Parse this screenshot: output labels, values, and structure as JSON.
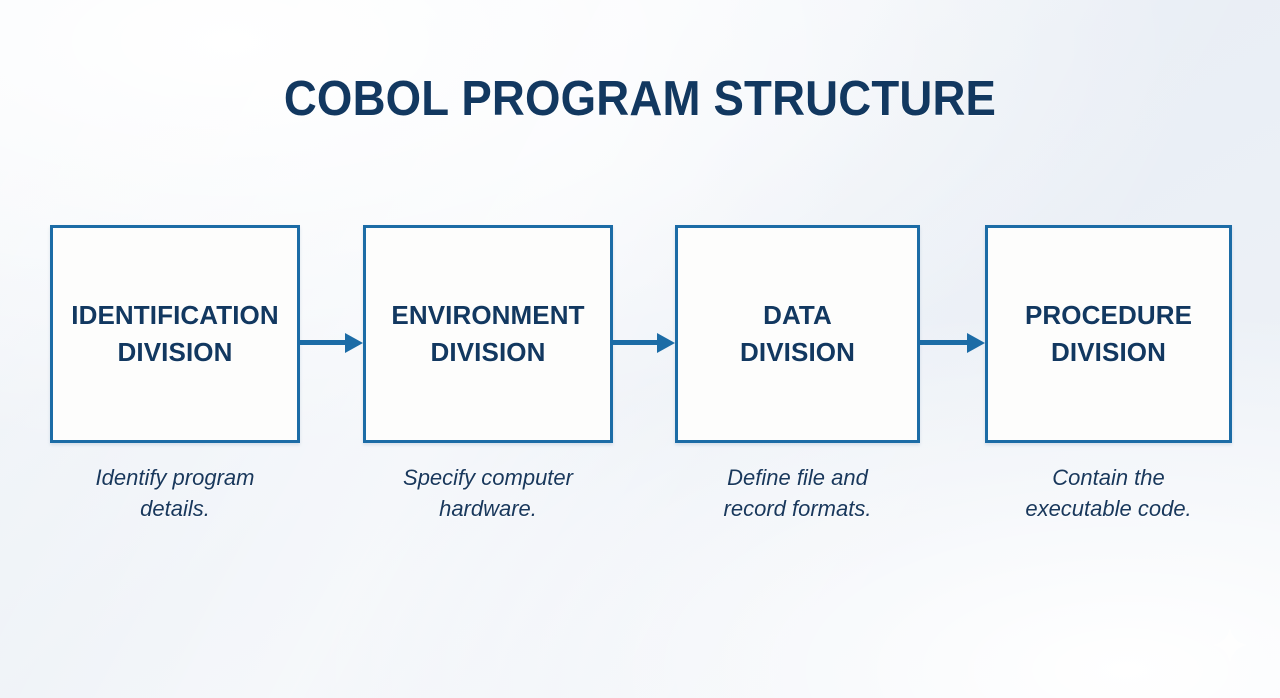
{
  "slide": {
    "title": "COBOL PROGRAM STRUCTURE",
    "background_color": "#eef2f7",
    "accent_color": "#1c6ca6",
    "text_color": "#123860",
    "box_fill_color": "#fdfdfc"
  },
  "diagram": {
    "type": "flow",
    "direction": "left-to-right",
    "nodes": [
      {
        "label": "IDENTIFICATION\nDIVISION",
        "caption": "Identify program\ndetails."
      },
      {
        "label": "ENVIRONMENT\nDIVISION",
        "caption": "Specify computer\nhardware."
      },
      {
        "label": "DATA\nDIVISION",
        "caption": "Define file and\nrecord formats."
      },
      {
        "label": "PROCEDURE\nDIVISION",
        "caption": "Contain the\nexecutable code."
      }
    ],
    "connectors": [
      {
        "name": "arrow-1",
        "from": "IDENTIFICATION DIVISION",
        "to": "ENVIRONMENT DIVISION"
      },
      {
        "name": "arrow-2",
        "from": "ENVIRONMENT DIVISION",
        "to": "DATA DIVISION"
      },
      {
        "name": "arrow-3",
        "from": "DATA DIVISION",
        "to": "PROCEDURE DIVISION"
      }
    ]
  },
  "decoration": {
    "sparkle": "sparkle-icon"
  }
}
